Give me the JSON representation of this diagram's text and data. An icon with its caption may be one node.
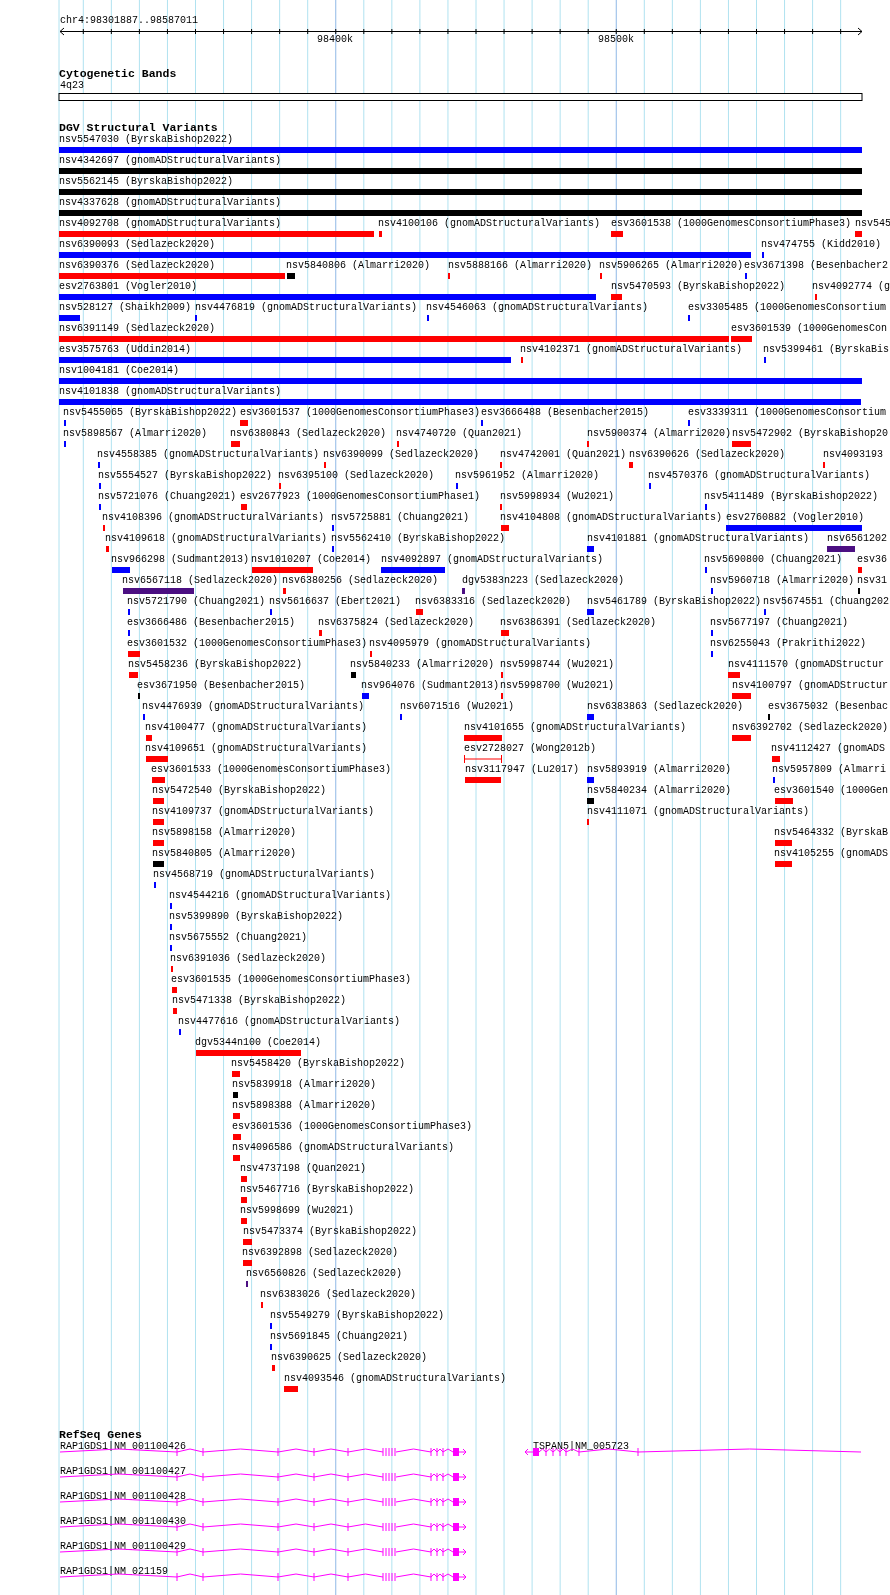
{
  "diagram": {
    "nodes": [
      {
        "text": [
          "nsv5547030 (ByrskaBishop2022)"
        ]
      },
      {
        "text": [
          "nsv4342697 (gnomADStructuralVariants)"
        ]
      },
      {
        "text": [
          "nsv5562145 (ByrskaBishop2022)"
        ]
      },
      {
        "text": [
          "nsv4337628 (gnomADStructuralVariants)"
        ]
      },
      {
        "text": [
          "nsv4092708 (gnomADStructuralVariants)"
        ]
      },
      {
        "text": [
          "nsv4100106 (gnomADStructuralVariants)"
        ]
      },
      {
        "text": [
          "esv3601538 (1000GenomesConsortiumPhase3)"
        ]
      },
      {
        "text": [
          "nsv545"
        ]
      },
      {
        "text": [
          "nsv6390093 (Sedlazeck2020)"
        ]
      },
      {
        "text": [
          "nsv474755 (Kidd2010)"
        ]
      },
      {
        "text": [
          "nsv6390376 (Sedlazeck2020)"
        ]
      },
      {
        "text": [
          "nsv5840806 (Almarri2020)"
        ]
      },
      {
        "text": [
          "nsv5888166 (Almarri2020)"
        ]
      },
      {
        "text": [
          "nsv5906265 (Almarri2020)"
        ]
      },
      {
        "text": [
          "esv3671398 (Besenbacher2"
        ]
      },
      {
        "text": [
          "esv2763801 (Vogler2010)"
        ]
      },
      {
        "text": [
          "nsv5470593 (ByrskaBishop2022)"
        ]
      },
      {
        "text": [
          "nsv4092774 (g"
        ]
      },
      {
        "text": [
          "nsv528127 (Shaikh2009)"
        ]
      },
      {
        "text": [
          "nsv4476819 (gnomADStructuralVariants)"
        ]
      },
      {
        "text": [
          "nsv4546063 (gnomADStructuralVariants)"
        ]
      },
      {
        "text": [
          "esv3305485 (1000GenomesConsortium"
        ]
      },
      {
        "text": [
          "nsv6391149 (Sedlazeck2020)"
        ]
      },
      {
        "text": [
          "esv3601539 (1000GenomesCon"
        ]
      },
      {
        "text": [
          "esv3575763 (Uddin2014)"
        ]
      },
      {
        "text": [
          "nsv4102371 (gnomADStructuralVariants)"
        ]
      },
      {
        "text": [
          "nsv5399461 (ByrskaBis"
        ]
      },
      {
        "text": [
          "nsv1004181 (Coe2014)"
        ]
      },
      {
        "text": [
          "nsv4101838 (gnomADStructuralVariants)"
        ]
      },
      {
        "text": [
          "nsv5455065 (ByrskaBishop2022)"
        ]
      },
      {
        "text": [
          "esv3601537 (1000GenomesConsortiumPhase3)"
        ]
      },
      {
        "text": [
          "esv3666488 (Besenbacher2015)"
        ]
      },
      {
        "text": [
          "esv3339311 (1000GenomesConsortium"
        ]
      },
      {
        "text": [
          "nsv5898567 (Almarri2020)"
        ]
      },
      {
        "text": [
          "nsv6380843 (Sedlazeck2020)"
        ]
      },
      {
        "text": [
          "nsv4740720 (Quan2021)"
        ]
      },
      {
        "text": [
          "nsv5900374 (Almarri2020)"
        ]
      },
      {
        "text": [
          "nsv5472902 (ByrskaBishop20"
        ]
      },
      {
        "text": [
          "nsv4558385 (gnomADStructuralVariants)"
        ]
      },
      {
        "text": [
          "nsv6390099 (Sedlazeck2020)"
        ]
      },
      {
        "text": [
          "nsv4742001 (Quan2021)"
        ]
      },
      {
        "text": [
          "nsv6390626 (Sedlazeck2020)"
        ]
      },
      {
        "text": [
          "nsv4093193"
        ]
      },
      {
        "text": [
          "nsv5554527 (ByrskaBishop2022)"
        ]
      },
      {
        "text": [
          "nsv6395100 (Sedlazeck2020)"
        ]
      },
      {
        "text": [
          "nsv5961952 (Almarri2020)"
        ]
      },
      {
        "text": [
          "nsv4570376 (gnomADStructuralVariants)"
        ]
      },
      {
        "text": [
          "nsv5721076 (Chuang2021)"
        ]
      },
      {
        "text": [
          "esv2677923 (1000GenomesConsortiumPhase1)"
        ]
      },
      {
        "text": [
          "nsv5998934 (Wu2021)"
        ]
      },
      {
        "text": [
          "nsv5411489 (ByrskaBishop2022)"
        ]
      },
      {
        "text": [
          "nsv4108396 (gnomADStructuralVariants)"
        ]
      },
      {
        "text": [
          "nsv5725881 (Chuang2021)"
        ]
      },
      {
        "text": [
          "nsv4104808 (gnomADStructuralVariants)"
        ]
      },
      {
        "text": [
          "esv2760882 (Vogler2010)"
        ]
      },
      {
        "text": [
          "nsv4109618 (gnomADStructuralVariants)"
        ]
      },
      {
        "text": [
          "nsv5562410 (ByrskaBishop2022)"
        ]
      },
      {
        "text": [
          "nsv4101881 (gnomADStructuralVariants)"
        ]
      },
      {
        "text": [
          "nsv6561202"
        ]
      },
      {
        "text": [
          "nsv966298 (Sudmant2013)"
        ]
      },
      {
        "text": [
          "nsv1010207 (Coe2014)"
        ]
      },
      {
        "text": [
          "nsv4092897 (gnomADStructuralVariants)"
        ]
      },
      {
        "text": [
          "nsv5690800 (Chuang2021)"
        ]
      },
      {
        "text": [
          "esv36"
        ]
      },
      {
        "text": [
          "nsv6567118 (Sedlazeck2020)"
        ]
      },
      {
        "text": [
          "nsv6380256 (Sedlazeck2020)"
        ]
      },
      {
        "text": [
          "dgv5383n223 (Sedlazeck2020)"
        ]
      },
      {
        "text": [
          "nsv5960718 (Almarri2020)"
        ]
      },
      {
        "text": [
          "nsv31"
        ]
      },
      {
        "text": [
          "nsv5721790 (Chuang2021)"
        ]
      },
      {
        "text": [
          "nsv5616637 (Ebert2021)"
        ]
      },
      {
        "text": [
          "nsv6383316 (Sedlazeck2020)"
        ]
      },
      {
        "text": [
          "nsv5461789 (ByrskaBishop2022)"
        ]
      },
      {
        "text": [
          "nsv5674551 (Chuang202"
        ]
      },
      {
        "text": [
          "esv3666486 (Besenbacher2015)"
        ]
      },
      {
        "text": [
          "nsv6375824 (Sedlazeck2020)"
        ]
      },
      {
        "text": [
          "nsv6386391 (Sedlazeck2020)"
        ]
      },
      {
        "text": [
          "nsv5677197 (Chuang2021)"
        ]
      },
      {
        "text": [
          "esv3601532 (1000GenomesConsortiumPhase3)"
        ]
      },
      {
        "text": [
          "nsv4095979 (gnomADStructuralVariants)"
        ]
      },
      {
        "text": [
          "nsv6255043 (Prakrithi2022)"
        ]
      },
      {
        "text": [
          "nsv5458236 (ByrskaBishop2022)"
        ]
      },
      {
        "text": [
          "nsv5840233 (Almarri2020)"
        ]
      },
      {
        "text": [
          "nsv5998744 (Wu2021)"
        ]
      },
      {
        "text": [
          "nsv4111570 (gnomADStructur"
        ]
      },
      {
        "text": [
          "esv3671950 (Besenbacher2015)"
        ]
      },
      {
        "text": [
          "nsv964076 (Sudmant2013)"
        ]
      },
      {
        "text": [
          "nsv5998700 (Wu2021)"
        ]
      },
      {
        "text": [
          "nsv4100797 (gnomADStructur"
        ]
      },
      {
        "text": [
          "nsv4476939 (gnomADStructuralVariants)"
        ]
      },
      {
        "text": [
          "nsv6071516 (Wu2021)"
        ]
      },
      {
        "text": [
          "nsv6383863 (Sedlazeck2020)"
        ]
      },
      {
        "text": [
          "esv3675032 (Besenbac"
        ]
      },
      {
        "text": [
          "nsv4100477 (gnomADStructuralVariants)"
        ]
      },
      {
        "text": [
          "nsv4101655 (gnomADStructuralVariants)"
        ]
      },
      {
        "text": [
          "nsv6392702 (Sedlazeck2020)"
        ]
      },
      {
        "text": [
          "nsv4109651 (gnomADStructuralVariants)"
        ]
      },
      {
        "text": [
          "esv2728027 (Wong2012b)"
        ]
      },
      {
        "text": [
          "nsv4112427 (gnomADS"
        ]
      },
      {
        "text": [
          "esv3601533 (1000GenomesConsortiumPhase3)"
        ]
      },
      {
        "text": [
          "nsv3117947 (Lu2017)"
        ]
      },
      {
        "text": [
          "nsv5893919 (Almarri2020)"
        ]
      },
      {
        "text": [
          "nsv5957809 (Almarri"
        ]
      },
      {
        "text": [
          "nsv5472540 (ByrskaBishop2022)"
        ]
      },
      {
        "text": [
          "nsv5840234 (Almarri2020)"
        ]
      },
      {
        "text": [
          "esv3601540 (1000Gen"
        ]
      },
      {
        "text": [
          "nsv4109737 (gnomADStructuralVariants)"
        ]
      },
      {
        "text": [
          "nsv4111071 (gnomADStructuralVariants)"
        ]
      },
      {
        "text": [
          "nsv5898158 (Almarri2020)"
        ]
      },
      {
        "text": [
          "nsv5464332 (ByrskaB"
        ]
      },
      {
        "text": [
          "nsv5840805 (Almarri2020)"
        ]
      },
      {
        "text": [
          "nsv4105255 (gnomADS"
        ]
      },
      {
        "text": [
          "nsv4568719 (gnomADStructuralVariants)"
        ]
      },
      {
        "text": [
          "nsv4544216 (gnomADStructuralVariants)"
        ]
      },
      {
        "text": [
          "nsv5399890 (ByrskaBishop2022)"
        ]
      },
      {
        "text": [
          "nsv5675552 (Chuang2021)"
        ]
      },
      {
        "text": [
          "nsv6391036 (Sedlazeck2020)"
        ]
      },
      {
        "text": [
          "esv3601535 (1000GenomesConsortiumPhase3)"
        ]
      },
      {
        "text": [
          "nsv5471338 (ByrskaBishop2022)"
        ]
      },
      {
        "text": [
          "nsv4477616 (gnomADStructuralVariants)"
        ]
      },
      {
        "text": [
          "dgv5344n100 (Coe2014)"
        ]
      },
      {
        "text": [
          "nsv5458420 (ByrskaBishop2022)"
        ]
      },
      {
        "text": [
          "nsv5839918 (Almarri2020)"
        ]
      },
      {
        "text": [
          "nsv5898388 (Almarri2020)"
        ]
      },
      {
        "text": [
          "esv3601536 (1000GenomesConsortiumPhase3)"
        ]
      },
      {
        "text": [
          "nsv4096586 (gnomADStructuralVariants)"
        ]
      },
      {
        "text": [
          "nsv4737198 (Quan2021)"
        ]
      },
      {
        "text": [
          "nsv5467716 (ByrskaBishop2022)"
        ]
      },
      {
        "text": [
          "nsv5998699 (Wu2021)"
        ]
      },
      {
        "text": [
          "nsv5473374 (ByrskaBishop2022)"
        ]
      },
      {
        "text": [
          "nsv6392898 (Sedlazeck2020)"
        ]
      },
      {
        "text": [
          "nsv6560826 (Sedlazeck2020)"
        ]
      },
      {
        "text": [
          "nsv6383026 (Sedlazeck2020)"
        ]
      },
      {
        "text": [
          "nsv5549279 (ByrskaBishop2022)"
        ]
      },
      {
        "text": [
          "nsv5691845 (Chuang2021)"
        ]
      },
      {
        "text": [
          "nsv6390625 (Sedlazeck2020)"
        ]
      },
      {
        "text": [
          "nsv4093546 (gnomADStructuralVariants)"
        ]
      },
      {
        "text": [
          "RAP1GDS1|NM_001100426"
        ]
      },
      {
        "text": [
          "TSPAN5|NM_005723"
        ]
      },
      {
        "text": [
          "RAP1GDS1|NM_001100427"
        ]
      },
      {
        "text": [
          "RAP1GDS1|NM_001100428"
        ]
      },
      {
        "text": [
          "RAP1GDS1|NM_001100430"
        ]
      },
      {
        "text": [
          "RAP1GDS1|NM_001100429"
        ]
      },
      {
        "text": [
          "RAP1GDS1|NM_021159"
        ]
      }
    ],
    "labels": [
      "chr4:98301887..98587011",
      "98400k",
      "98500k",
      "Cytogenetic Bands",
      "4q23",
      "DGV Structural Variants",
      "RefSeq Genes"
    ]
  }
}
